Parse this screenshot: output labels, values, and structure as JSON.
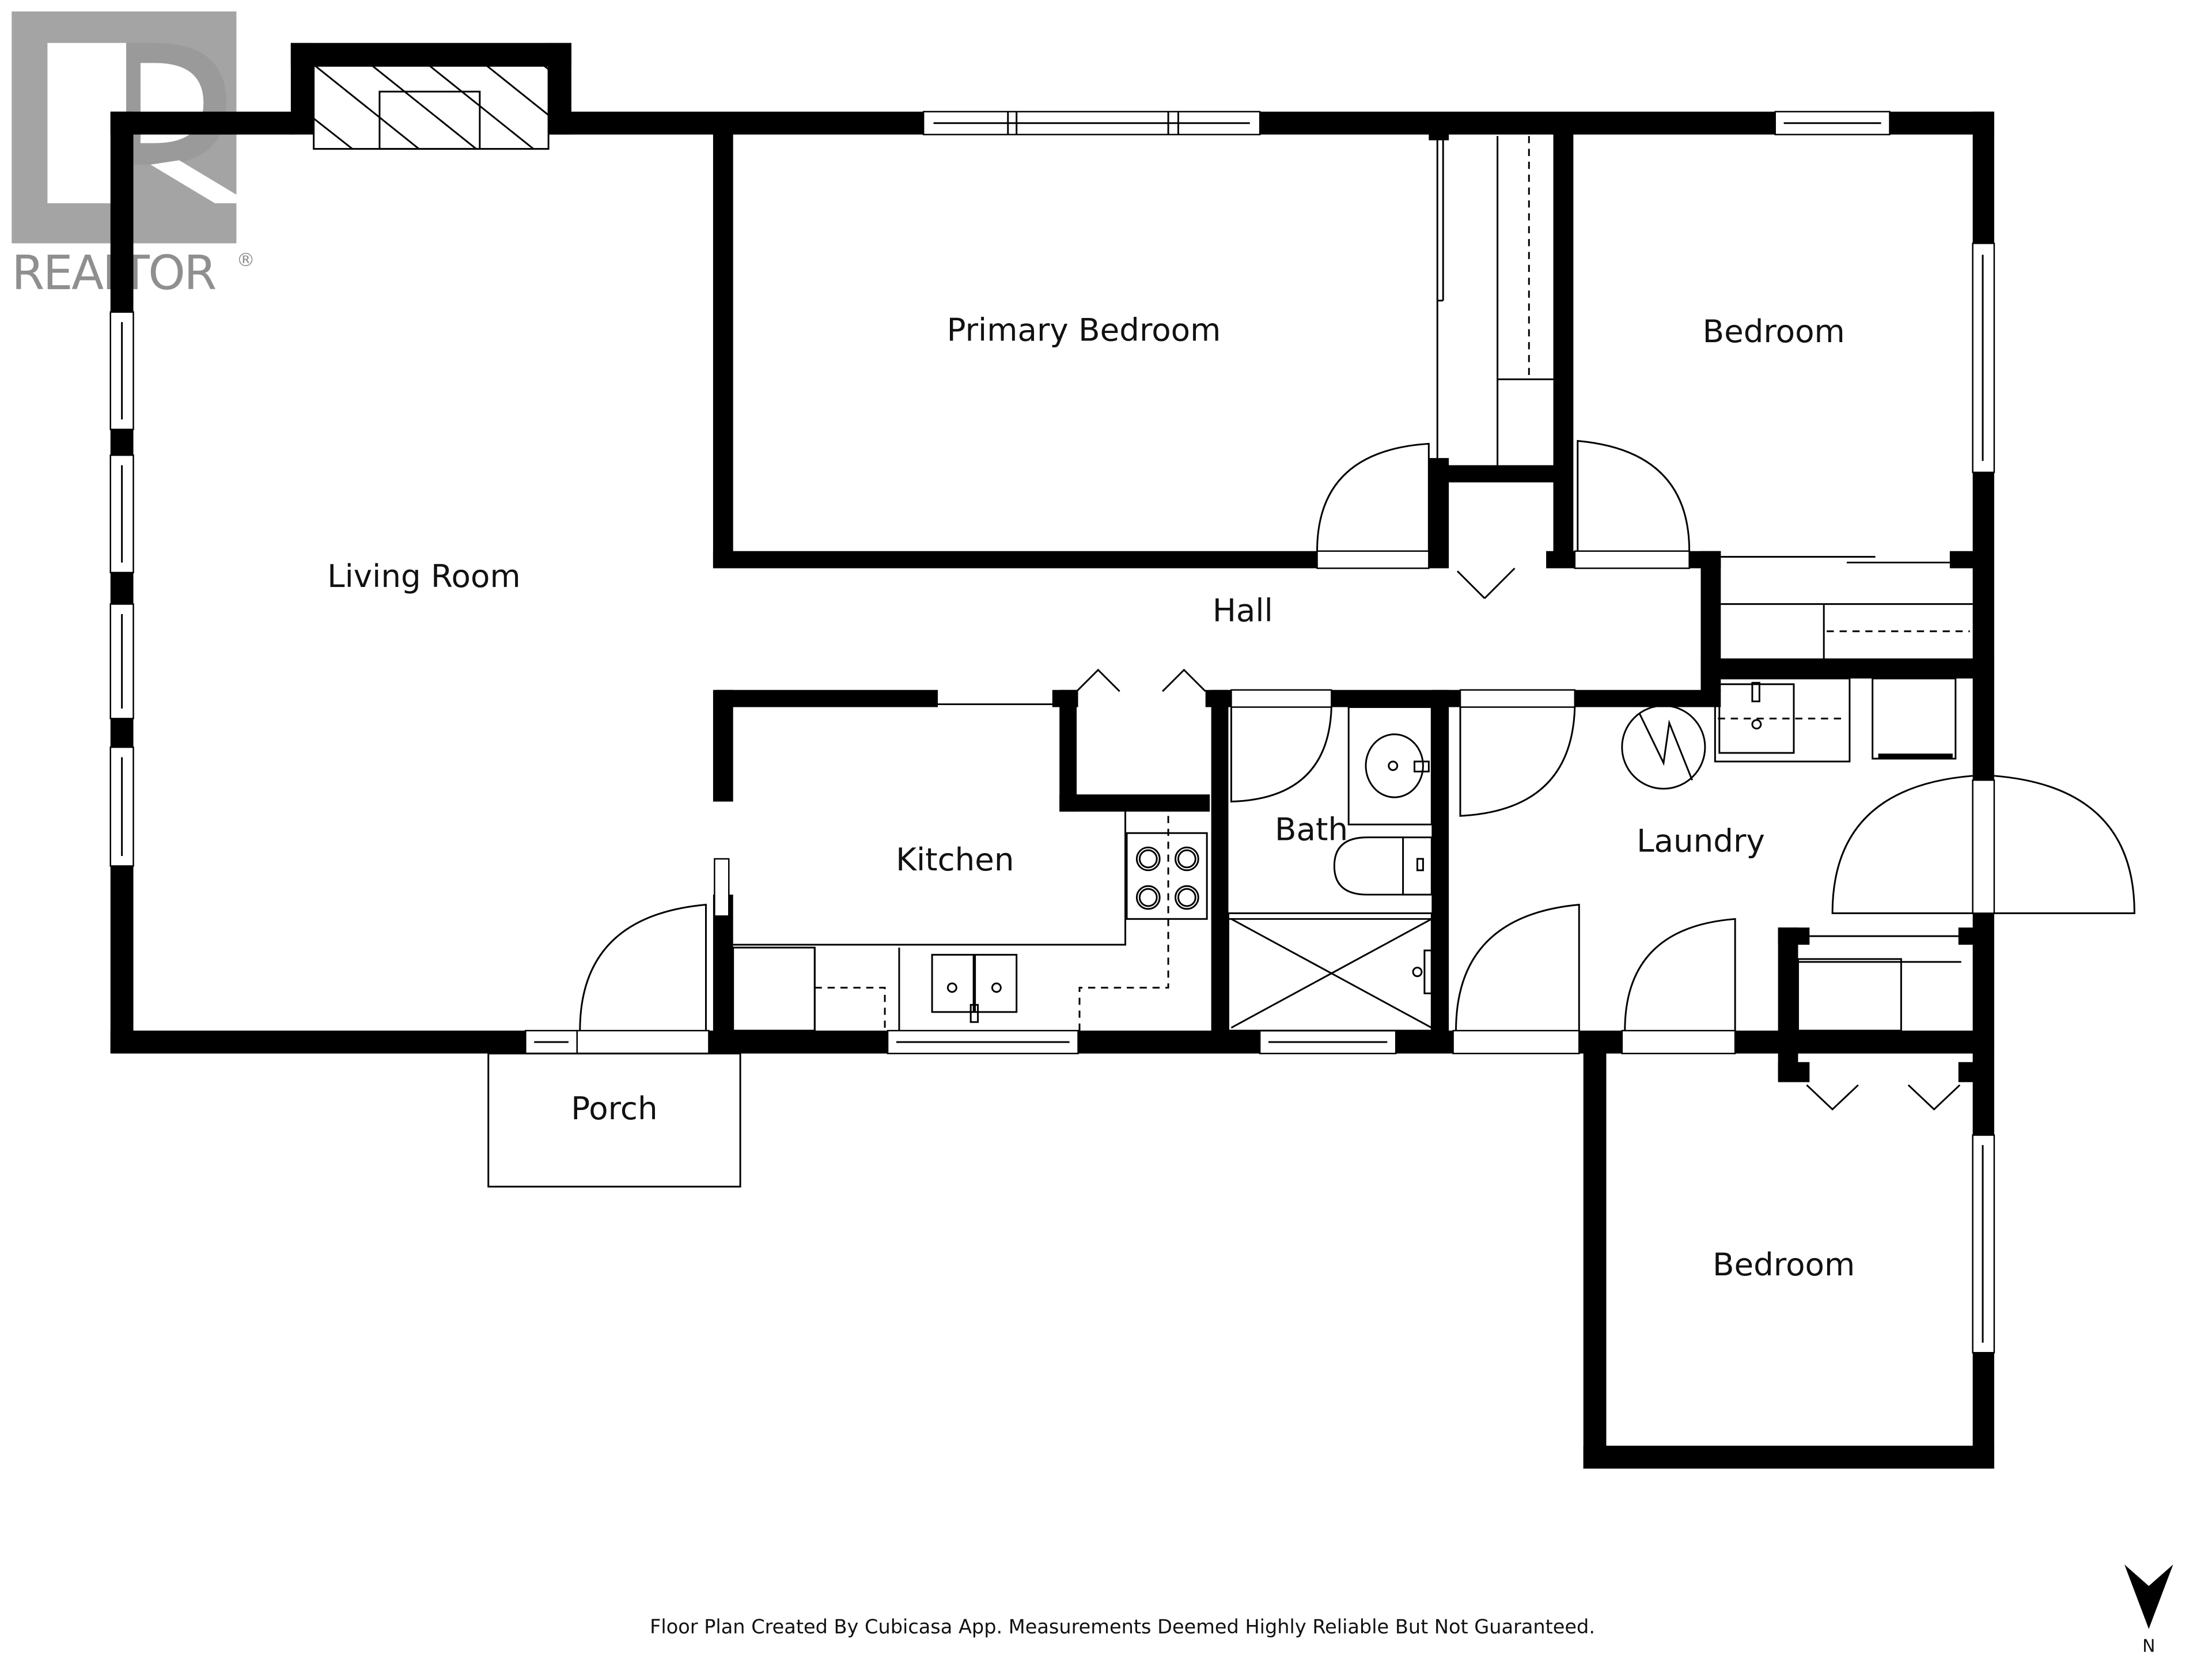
{
  "branding": {
    "logo_letter": "R",
    "logo_text": "REALTOR",
    "registered_mark": "®",
    "logo_color": "#9a9a9a"
  },
  "rooms": [
    {
      "id": "living-room",
      "label": "Living Room"
    },
    {
      "id": "primary-bedroom",
      "label": "Primary Bedroom"
    },
    {
      "id": "bedroom-ne",
      "label": "Bedroom"
    },
    {
      "id": "hall",
      "label": "Hall"
    },
    {
      "id": "kitchen",
      "label": "Kitchen"
    },
    {
      "id": "bath",
      "label": "Bath"
    },
    {
      "id": "laundry",
      "label": "Laundry"
    },
    {
      "id": "porch",
      "label": "Porch"
    },
    {
      "id": "bedroom-se",
      "label": "Bedroom"
    }
  ],
  "footer": {
    "disclaimer": "Floor Plan Created By Cubicasa App. Measurements Deemed Highly Reliable But Not Guaranteed."
  },
  "compass": {
    "icon": "north-arrow-icon",
    "label": "N"
  },
  "colors": {
    "wall": "#000000",
    "background": "#ffffff",
    "logo_gray": "#9a9a9a"
  }
}
